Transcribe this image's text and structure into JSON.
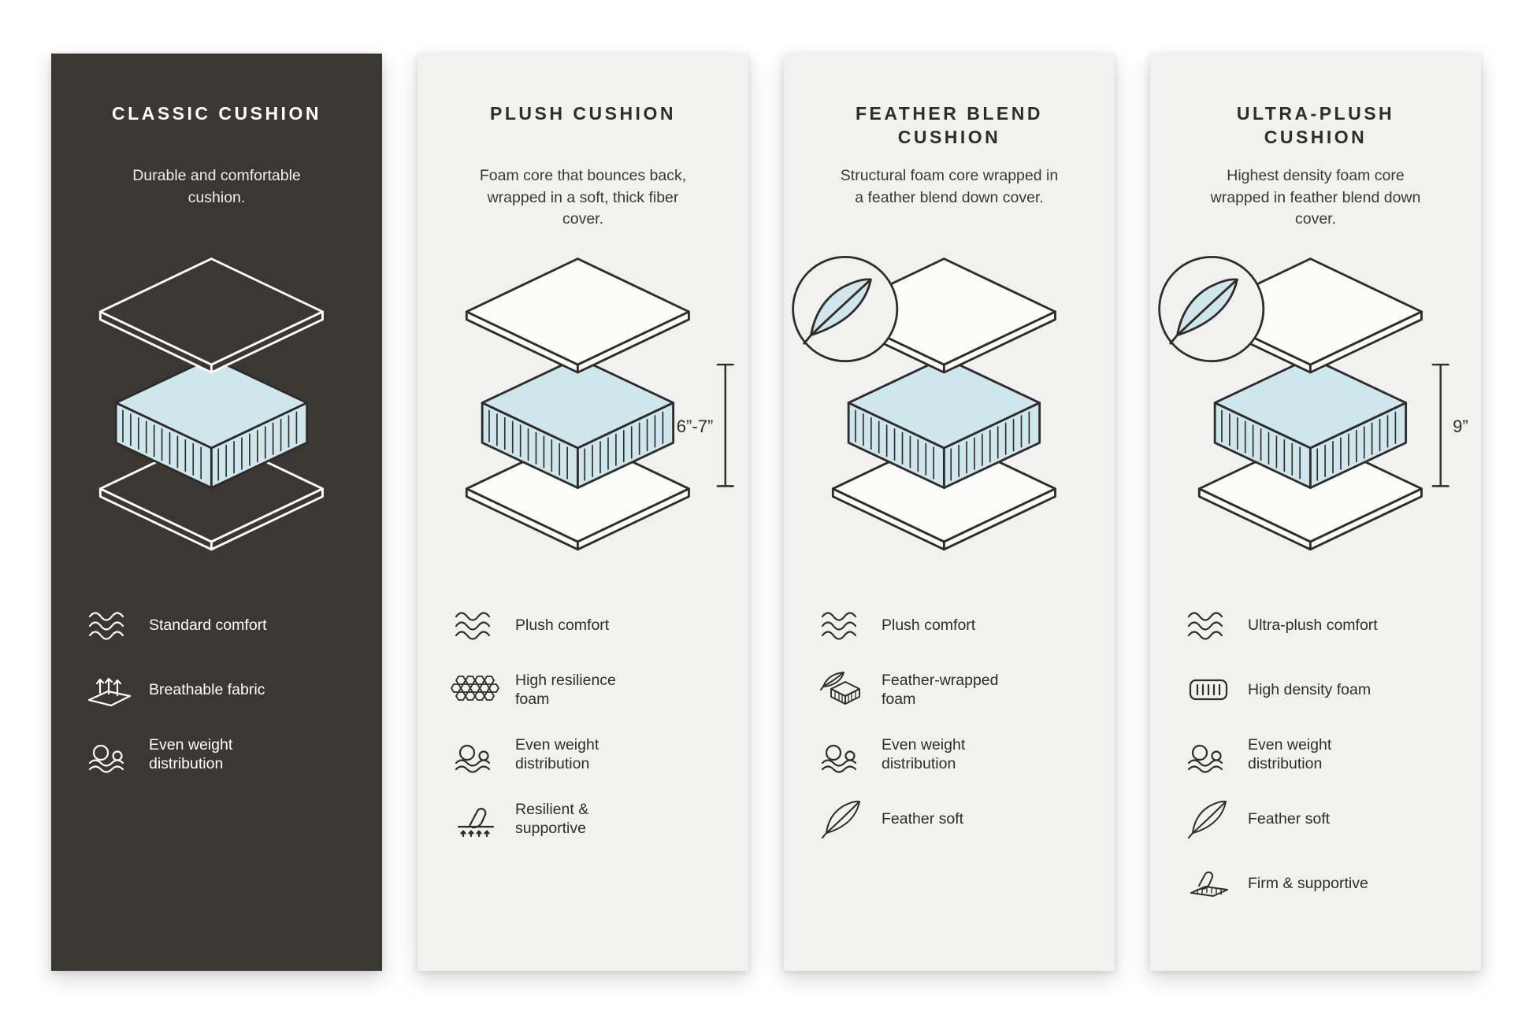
{
  "colors": {
    "foam": "#cfe6ed",
    "panel_dark": "#3b3834",
    "panel_light": "#f1f1ef",
    "line": "#2e2d2b",
    "slab_light": "#fcfcfb"
  },
  "panels": [
    {
      "title": "CLASSIC CUSHION",
      "description": "Durable and comfortable cushion.",
      "theme": "dark",
      "diagram": {},
      "features": [
        {
          "icon": "waves",
          "label": "Standard comfort"
        },
        {
          "icon": "breathable",
          "label": "Breathable fabric"
        },
        {
          "icon": "even-weight",
          "label": "Even weight distribution"
        }
      ]
    },
    {
      "title": "PLUSH CUSHION",
      "description": "Foam core that bounces back, wrapped in a soft, thick fiber cover.",
      "theme": "light",
      "diagram": {
        "dimension": "6”-7”",
        "dimension_side": "left"
      },
      "features": [
        {
          "icon": "waves",
          "label": "Plush comfort"
        },
        {
          "icon": "honeycomb",
          "label": "High resilience foam"
        },
        {
          "icon": "even-weight",
          "label": "Even weight distribution"
        },
        {
          "icon": "press",
          "label": "Resilient & supportive"
        }
      ]
    },
    {
      "title": "FEATHER BLEND CUSHION",
      "description": "Structural foam core wrapped in a feather blend down cover.",
      "theme": "light",
      "diagram": {
        "badge": "feather"
      },
      "features": [
        {
          "icon": "waves",
          "label": "Plush comfort"
        },
        {
          "icon": "feather-foam",
          "label": "Feather-wrapped foam"
        },
        {
          "icon": "even-weight",
          "label": "Even weight distribution"
        },
        {
          "icon": "feather",
          "label": "Feather soft"
        }
      ]
    },
    {
      "title": "ULTRA-PLUSH CUSHION",
      "description": "Highest density foam core wrapped in feather blend down cover.",
      "theme": "light",
      "diagram": {
        "badge": "feather",
        "dimension": "9”",
        "dimension_side": "right"
      },
      "features": [
        {
          "icon": "waves",
          "label": "Ultra-plush comfort"
        },
        {
          "icon": "density",
          "label": "High density foam"
        },
        {
          "icon": "even-weight",
          "label": "Even weight distribution"
        },
        {
          "icon": "feather",
          "label": "Feather soft"
        },
        {
          "icon": "firm",
          "label": "Firm & supportive"
        }
      ]
    }
  ]
}
